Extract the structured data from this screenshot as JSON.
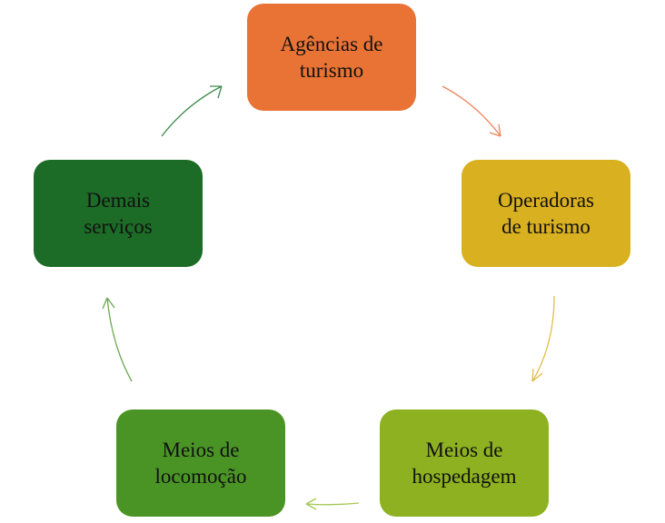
{
  "nodes": [
    {
      "label_line1": "Agências de",
      "label_line2": "turismo",
      "color": "#E97334"
    },
    {
      "label_line1": "Operadoras",
      "label_line2": "de turismo",
      "color": "#D9B01F"
    },
    {
      "label_line1": "Meios de",
      "label_line2": "hospedagem",
      "color": "#8DB120"
    },
    {
      "label_line1": "Meios de",
      "label_line2": "locomoção",
      "color": "#4A9425"
    },
    {
      "label_line1": "Demais",
      "label_line2": "serviços",
      "color": "#1C6B26"
    }
  ],
  "arrow_colors": [
    "#EE845A",
    "#E2BE49",
    "#A7C756",
    "#6BA653",
    "#3E8A4E"
  ]
}
